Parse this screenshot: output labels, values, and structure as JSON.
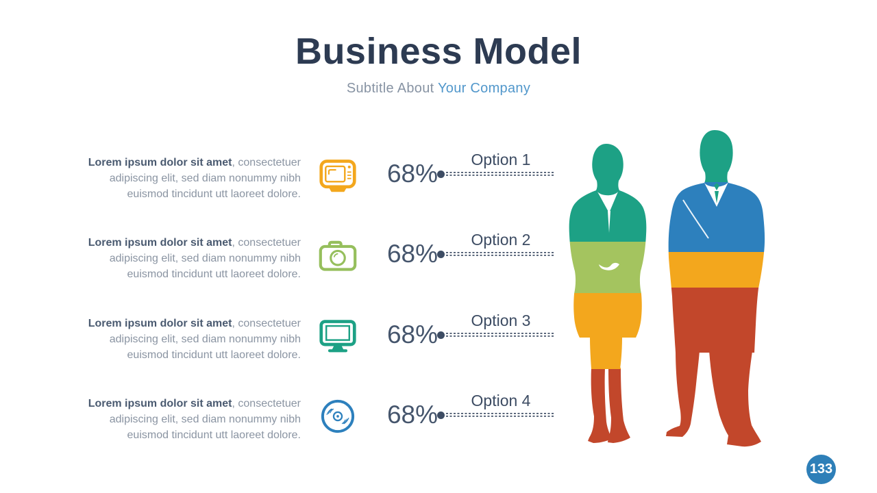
{
  "slide": {
    "title": "Business Model",
    "subtitle": {
      "prefix": "Subtitle About ",
      "accent": "Your Company"
    },
    "page_number": "133"
  },
  "rows": [
    {
      "icon": "tv-icon",
      "accent_color": "#F3A71D",
      "percent": "68%",
      "option": "Option 1",
      "lead": "Lorem ipsum dolor sit amet",
      "body": ", consectetuer adipiscing elit, sed diam nonummy nibh euismod tincidunt utt laoreet dolore."
    },
    {
      "icon": "camera-icon",
      "accent_color": "#96BF5D",
      "percent": "68%",
      "option": "Option 2",
      "lead": "Lorem ipsum dolor sit amet",
      "body": ", consectetuer adipiscing elit, sed diam nonummy nibh euismod tincidunt utt laoreet dolore."
    },
    {
      "icon": "monitor-icon",
      "accent_color": "#1DA185",
      "percent": "68%",
      "option": "Option 3",
      "lead": "Lorem ipsum dolor sit amet",
      "body": ", consectetuer adipiscing elit, sed diam nonummy nibh euismod tincidunt utt laoreet dolore."
    },
    {
      "icon": "cd-icon",
      "accent_color": "#2D80BD",
      "percent": "68%",
      "option": "Option 4",
      "lead": "Lorem ipsum dolor sit amet",
      "body": ", consectetuer adipiscing elit, sed diam nonummy nibh euismod tincidunt utt laoreet dolore."
    }
  ],
  "figures": {
    "description": "businesswoman and businessman silhouettes with stacked color bands",
    "colors": {
      "teal": "#1DA185",
      "light_green": "#A4C45F",
      "orange": "#F3A71D",
      "red": "#C2472B",
      "blue": "#2D80BD"
    }
  },
  "theme": {
    "title_color": "#2D3B52",
    "subtitle_gray": "#8793A3",
    "subtitle_accent_blue": "#5197CB",
    "lead_text_color": "#4A5A70",
    "body_text_gray": "#8A94A2",
    "percent_color": "#45556C",
    "connector_navy": "#3D4C63",
    "badge_blue": "#2E7FB8",
    "background": "#FFFFFF"
  }
}
